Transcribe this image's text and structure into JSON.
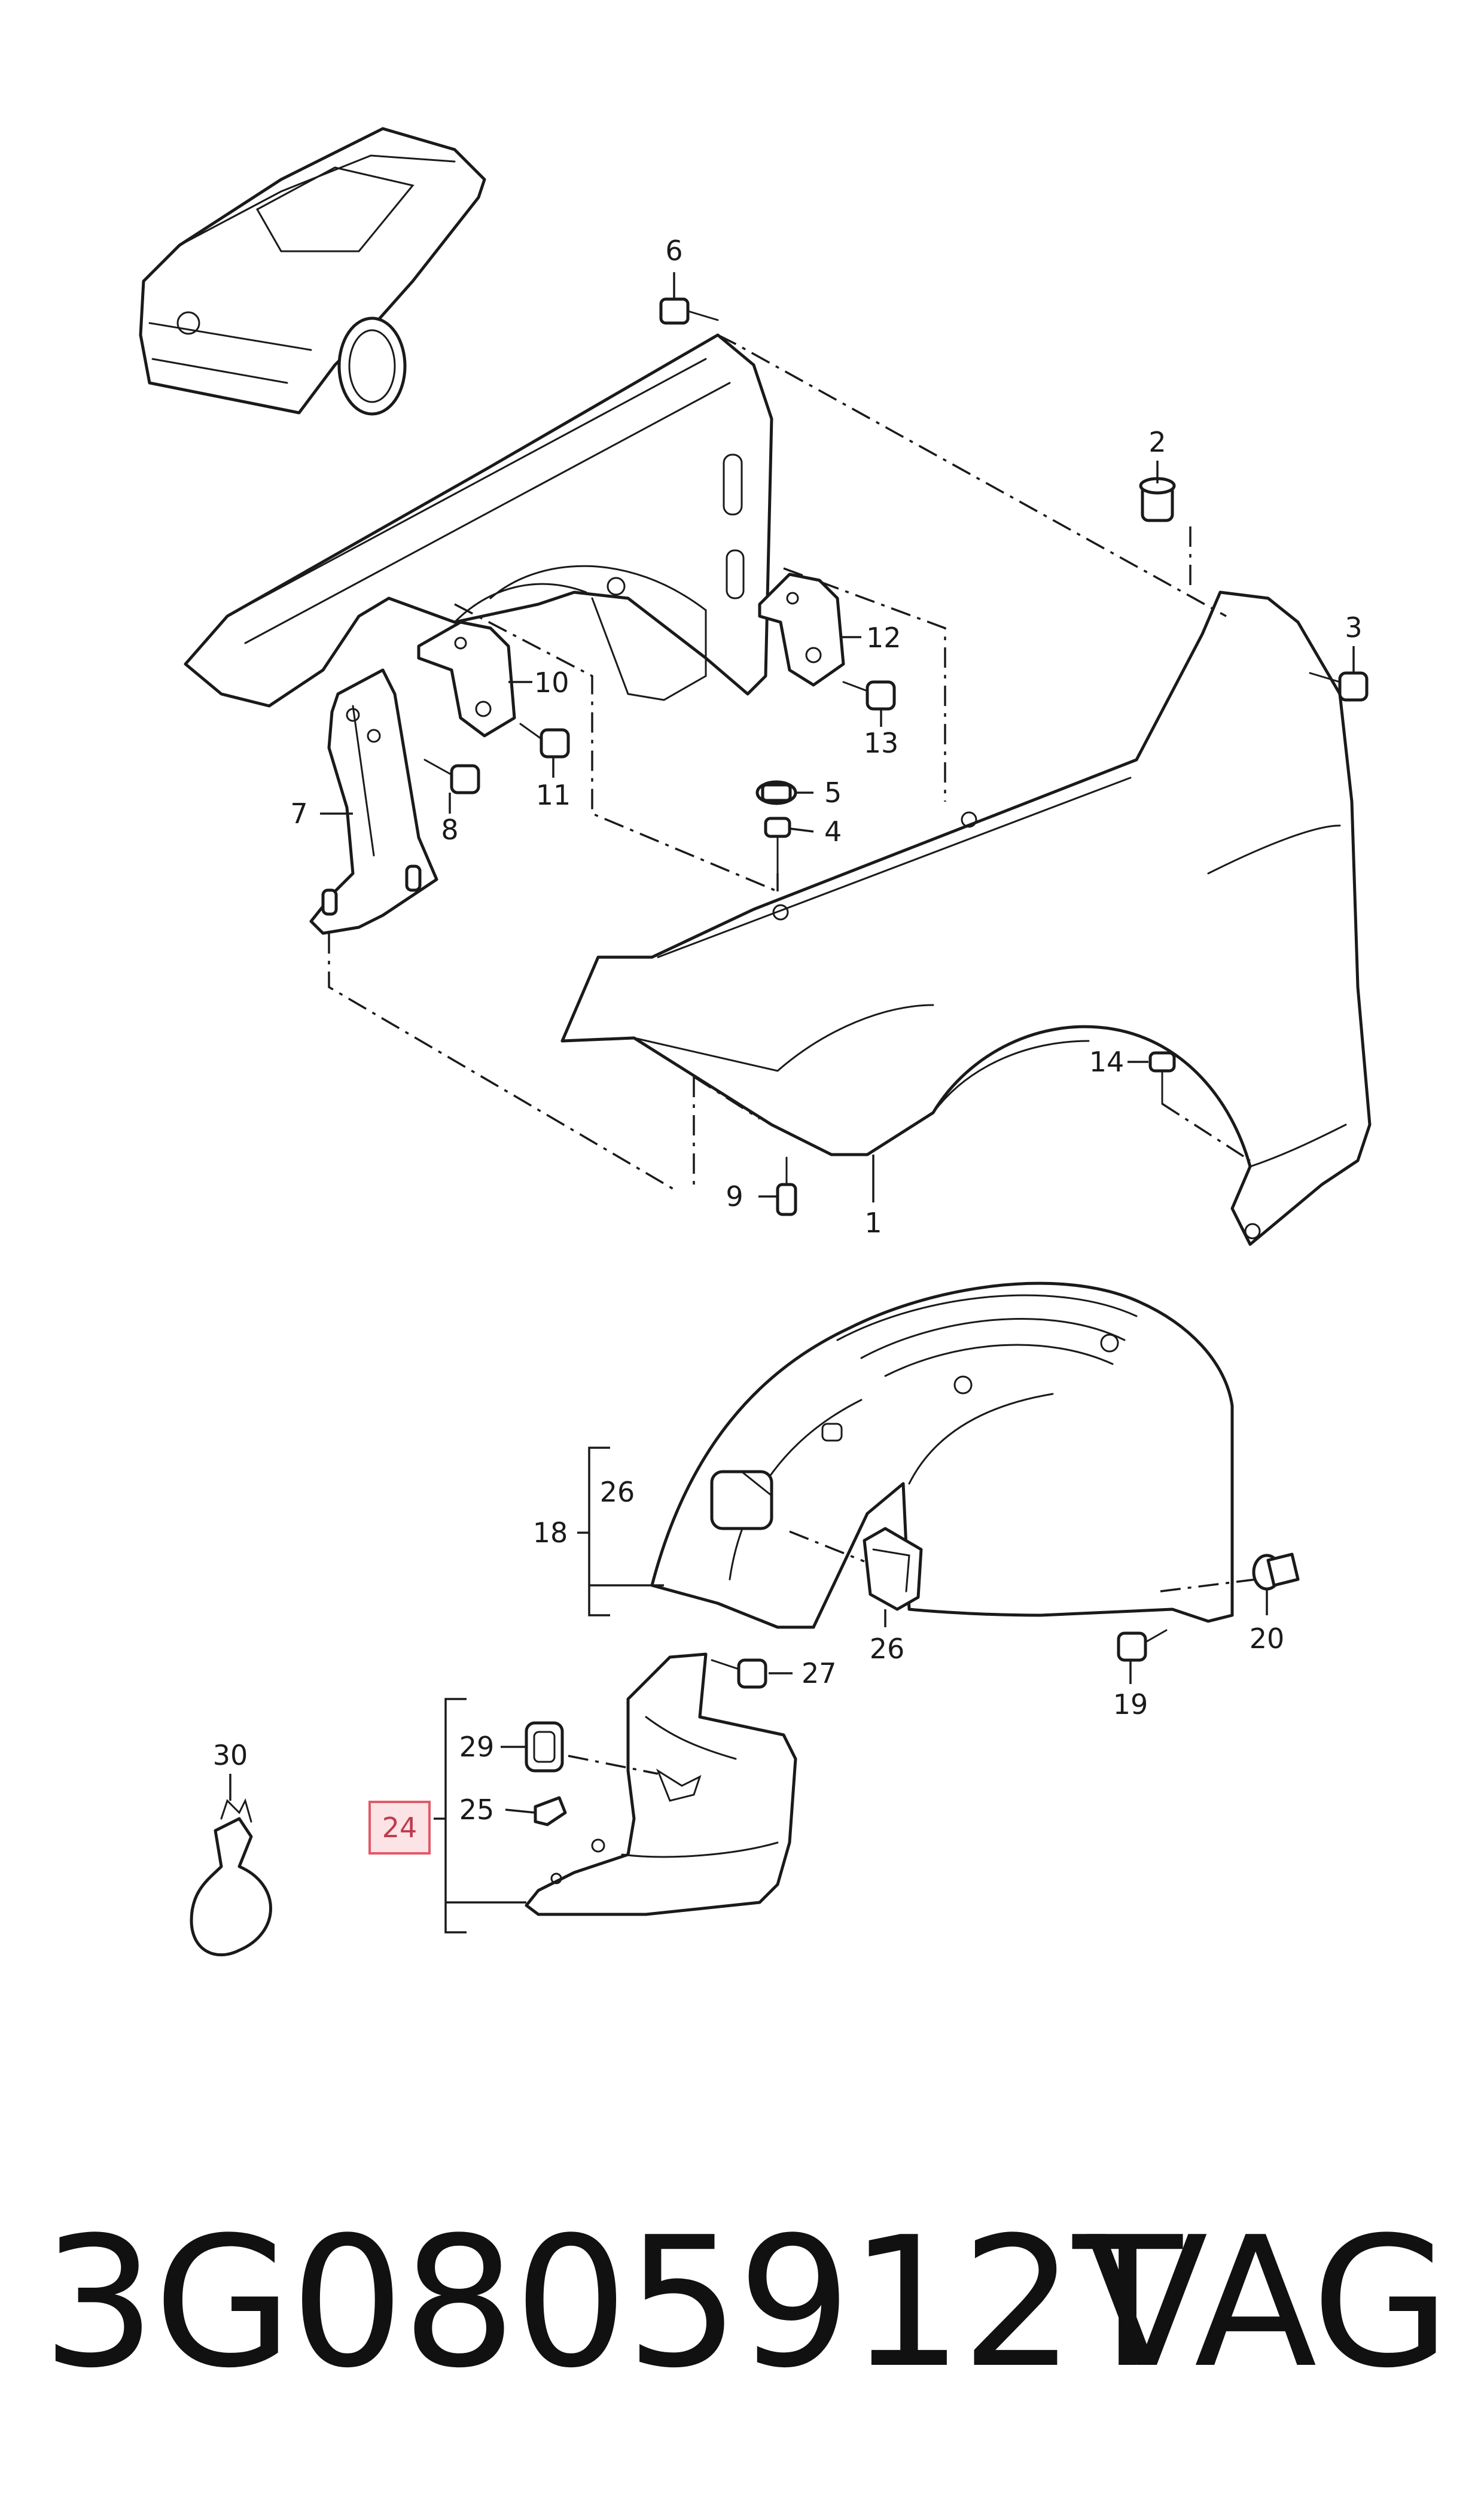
{
  "callouts": {
    "c1": "1",
    "c2": "2",
    "c3": "3",
    "c4": "4",
    "c5": "5",
    "c6": "6",
    "c7": "7",
    "c8": "8",
    "c9": "9",
    "c10": "10",
    "c11": "11",
    "c12": "12",
    "c13": "13",
    "c14": "14",
    "c18": "18",
    "c19": "19",
    "c20": "20",
    "c24": "24",
    "c25": "25",
    "c26a": "26",
    "c26b": "26",
    "c27": "27",
    "c29": "29",
    "c30": "30"
  },
  "highlight": {
    "callout": "24",
    "color": "#e05a6a",
    "fill": "#fbe3e6"
  },
  "footer": {
    "part_number": "3G0805912T",
    "brand": "VAG"
  }
}
